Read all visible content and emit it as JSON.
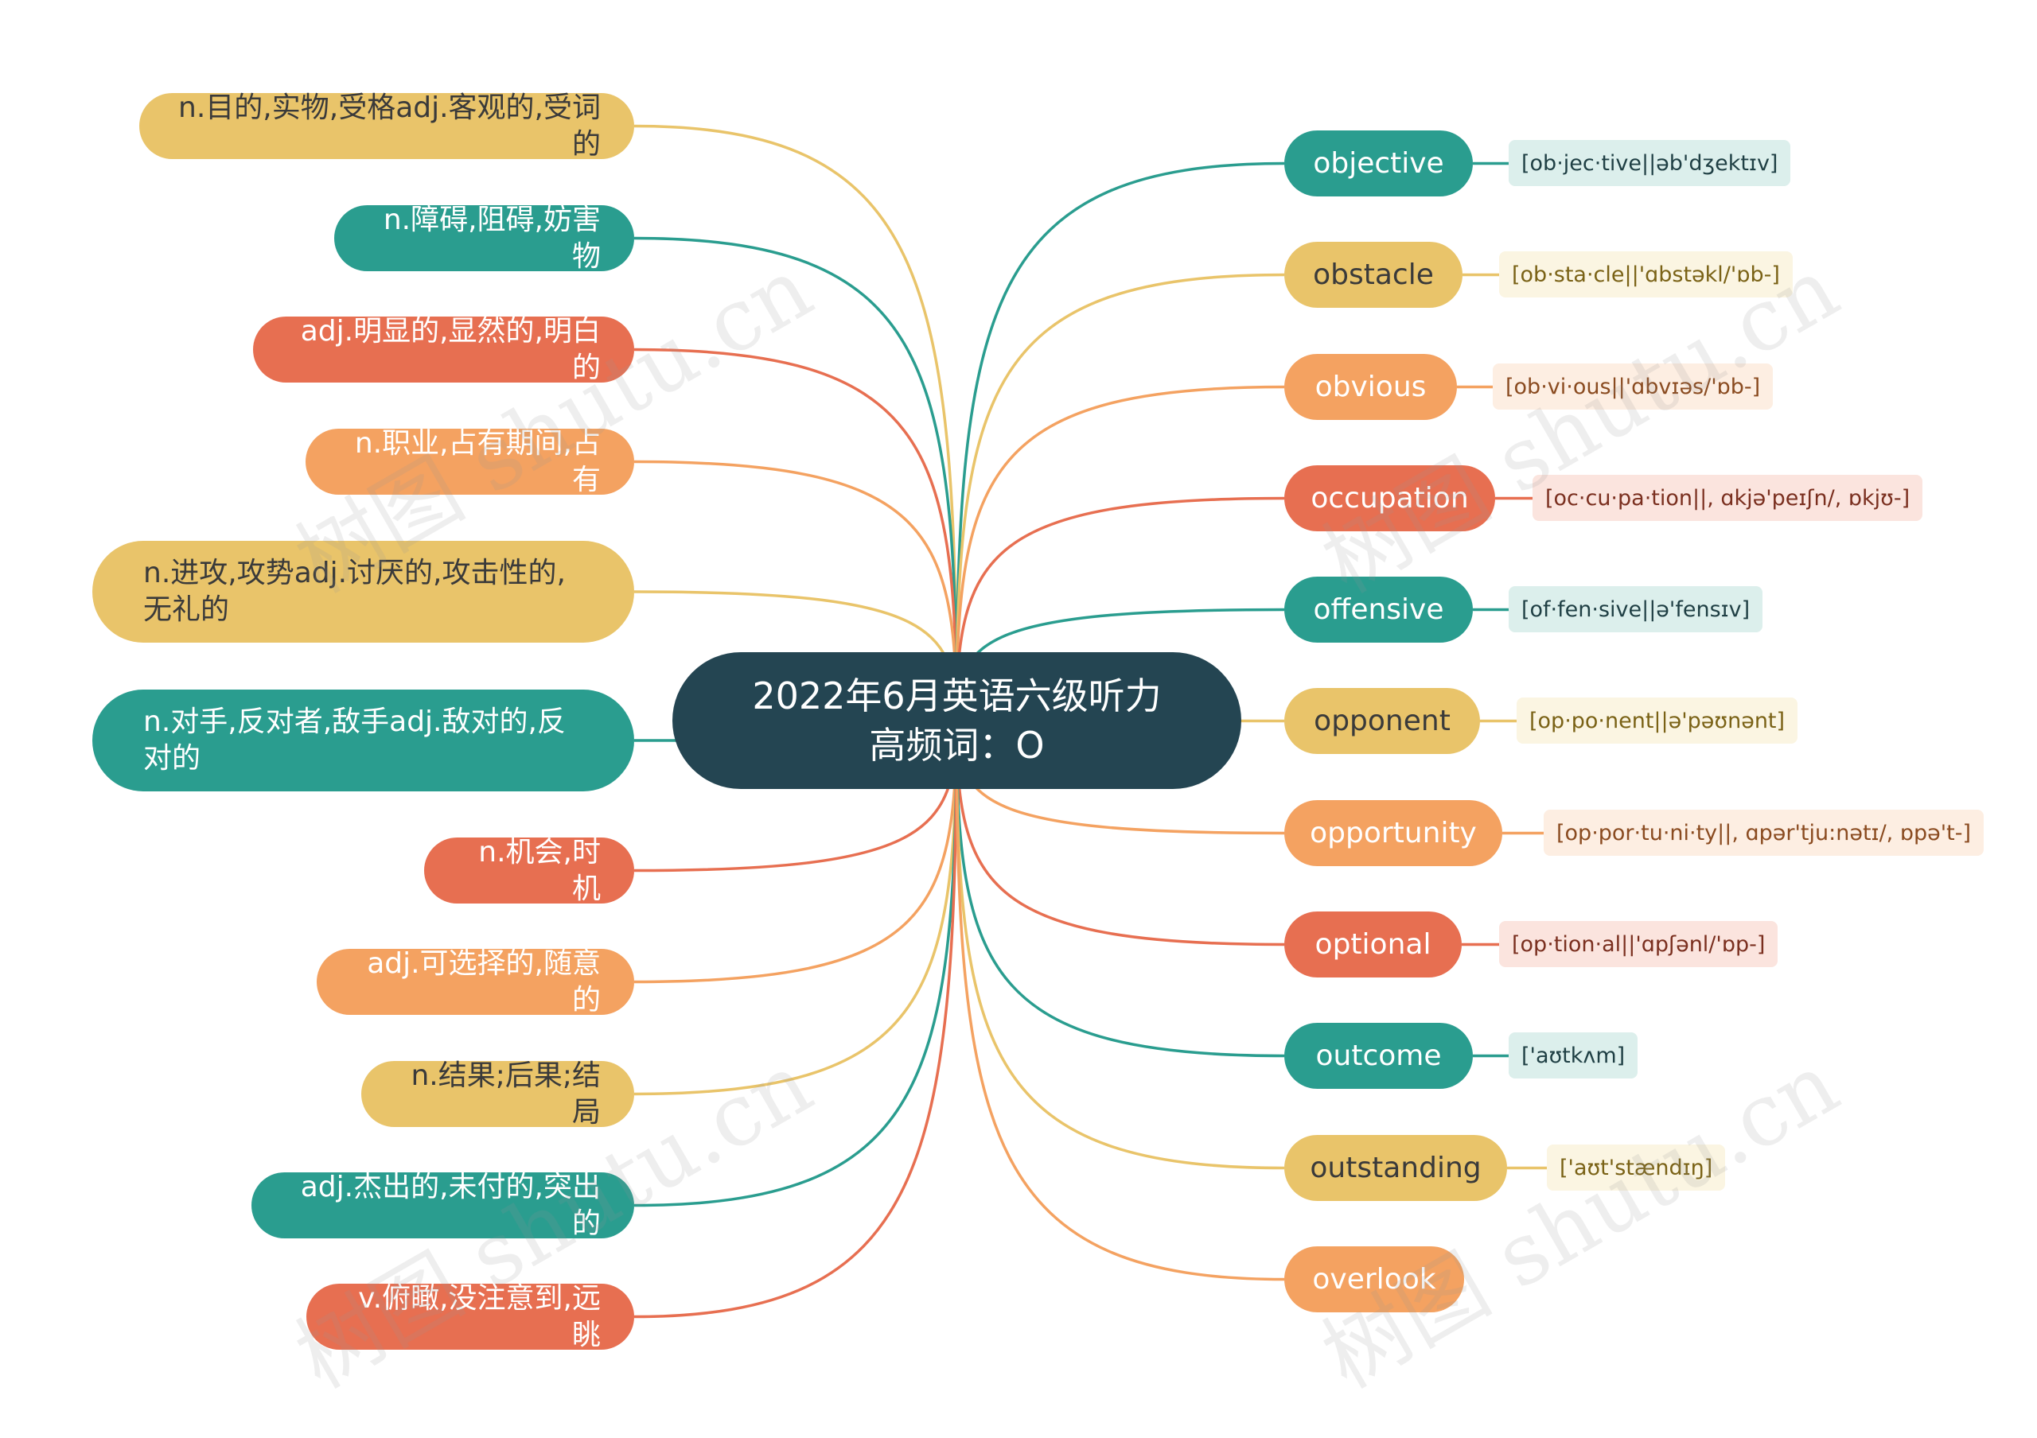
{
  "center": {
    "line1": "2022年6月英语六级听力",
    "line2": "高频词：O"
  },
  "colors": {
    "teal": "#2a9d8f",
    "yellow": "#e9c46a",
    "orange": "#f4a261",
    "red": "#e76f51",
    "center_bg": "#244552",
    "phon_teal_bg": "#dcefec",
    "phon_yellow_bg": "#fbf5e2",
    "phon_orange_bg": "#fdeee2",
    "phon_red_bg": "#fbe4de"
  },
  "definitions": [
    {
      "text": "n.目的,实物,受格adj.客观的,受词的",
      "color": "yellow"
    },
    {
      "text": "n.障碍,阻碍,妨害物",
      "color": "teal"
    },
    {
      "text": "adj.明显的,显然的,明白的",
      "color": "red"
    },
    {
      "text": "n.职业,占有期间,占有",
      "color": "orange"
    },
    {
      "text": "n.进攻,攻势adj.讨厌的,攻击性的,无礼的",
      "color": "yellow"
    },
    {
      "text": "n.对手,反对者,敌手adj.敌对的,反对的",
      "color": "teal"
    },
    {
      "text": "n.机会,时机",
      "color": "red"
    },
    {
      "text": "adj.可选择的,随意的",
      "color": "orange"
    },
    {
      "text": "n.结果;后果;结局",
      "color": "yellow"
    },
    {
      "text": "adj.杰出的,未付的,突出的",
      "color": "teal"
    },
    {
      "text": "v.俯瞰,没注意到,远眺",
      "color": "red"
    }
  ],
  "words": [
    {
      "word": "objective",
      "phonetic": "[ob·jec·tive||əb'dʒektɪv]",
      "color": "teal"
    },
    {
      "word": "obstacle",
      "phonetic": "[ob·sta·cle||'ɑbstəkl/'ɒb-]",
      "color": "yellow"
    },
    {
      "word": "obvious",
      "phonetic": "[ob·vi·ous||'ɑbvɪəs/'ɒb-]",
      "color": "orange"
    },
    {
      "word": "occupation",
      "phonetic": "[oc·cu·pa·tion||, ɑkjə'peɪʃn/, ɒkjʊ-]",
      "color": "red"
    },
    {
      "word": "offensive",
      "phonetic": "[of·fen·sive||ə'fensɪv]",
      "color": "teal"
    },
    {
      "word": "opponent",
      "phonetic": "[op·po·nent||ə'pəʊnənt]",
      "color": "yellow"
    },
    {
      "word": "opportunity",
      "phonetic": "[op·por·tu·ni·ty||, ɑpər'tju:nətɪ/, ɒpə't-]",
      "color": "orange"
    },
    {
      "word": "optional",
      "phonetic": "[op·tion·al||'ɑpʃənl/'ɒp-]",
      "color": "red"
    },
    {
      "word": "outcome",
      "phonetic": "['aʊtkʌm]",
      "color": "teal"
    },
    {
      "word": "outstanding",
      "phonetic": "['aʊt'stændɪŋ]",
      "color": "yellow"
    },
    {
      "word": "overlook",
      "phonetic": "",
      "color": "orange"
    }
  ],
  "watermark": "树图 shutu.cn"
}
